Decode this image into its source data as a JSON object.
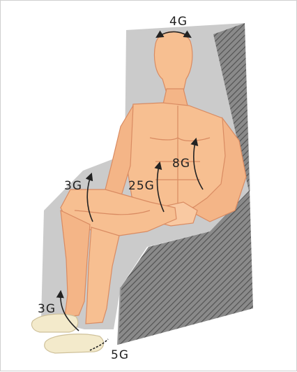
{
  "labels": {
    "head": "4G",
    "chest": "8G",
    "abdomen": "25G",
    "thigh": "3G",
    "shin": "3G",
    "feet": "5G"
  },
  "colors": {
    "seat": "#c8c8c8",
    "seat_back_hatch": "#6e6e6e",
    "skin": "#f7bf91",
    "skin_line": "#d98b62",
    "feet": "#f3eacb",
    "arrow": "#222222"
  }
}
